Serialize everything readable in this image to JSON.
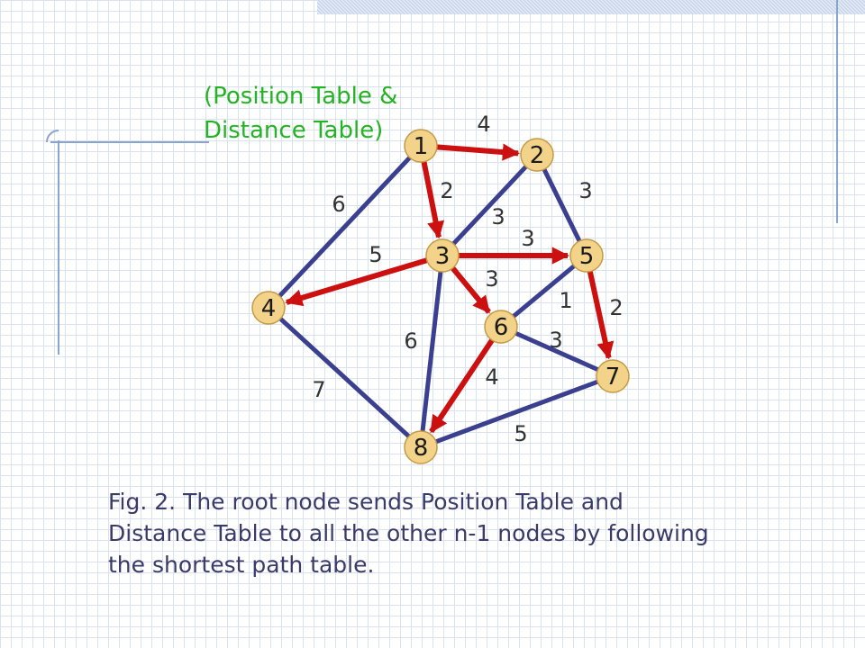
{
  "note": {
    "line1": "(Position Table &",
    "line2": "Distance Table)"
  },
  "caption": {
    "line1": "Fig. 2. The root node sends Position Table and",
    "line2": "Distance Table to all the other n-1 nodes by following",
    "line3": "the shortest path table."
  },
  "colors": {
    "tree_edge": "#cc1010",
    "graph_edge": "#3a3f8f",
    "node_fill": "#f3d38a",
    "note_text": "#22b422"
  },
  "nodes": [
    {
      "id": "1",
      "label": "1"
    },
    {
      "id": "2",
      "label": "2"
    },
    {
      "id": "3",
      "label": "3"
    },
    {
      "id": "4",
      "label": "4"
    },
    {
      "id": "5",
      "label": "5"
    },
    {
      "id": "6",
      "label": "6"
    },
    {
      "id": "7",
      "label": "7"
    },
    {
      "id": "8",
      "label": "8"
    }
  ],
  "edges": [
    {
      "from": "1",
      "to": "2",
      "weight": "4",
      "tree": true
    },
    {
      "from": "1",
      "to": "3",
      "weight": "2",
      "tree": true
    },
    {
      "from": "1",
      "to": "4",
      "weight": "6",
      "tree": false
    },
    {
      "from": "2",
      "to": "3",
      "weight": "3",
      "tree": false
    },
    {
      "from": "2",
      "to": "5",
      "weight": "3",
      "tree": false
    },
    {
      "from": "3",
      "to": "5",
      "weight": "3",
      "tree": true
    },
    {
      "from": "3",
      "to": "4",
      "weight": "5",
      "tree": true
    },
    {
      "from": "3",
      "to": "6",
      "weight": "3",
      "tree": true
    },
    {
      "from": "3",
      "to": "8",
      "weight": "6",
      "tree": false
    },
    {
      "from": "5",
      "to": "6",
      "weight": "1",
      "tree": false
    },
    {
      "from": "5",
      "to": "7",
      "weight": "2",
      "tree": true
    },
    {
      "from": "6",
      "to": "7",
      "weight": "3",
      "tree": false
    },
    {
      "from": "6",
      "to": "8",
      "weight": "4",
      "tree": true
    },
    {
      "from": "4",
      "to": "8",
      "weight": "7",
      "tree": false
    },
    {
      "from": "7",
      "to": "8",
      "weight": "5",
      "tree": false
    }
  ]
}
